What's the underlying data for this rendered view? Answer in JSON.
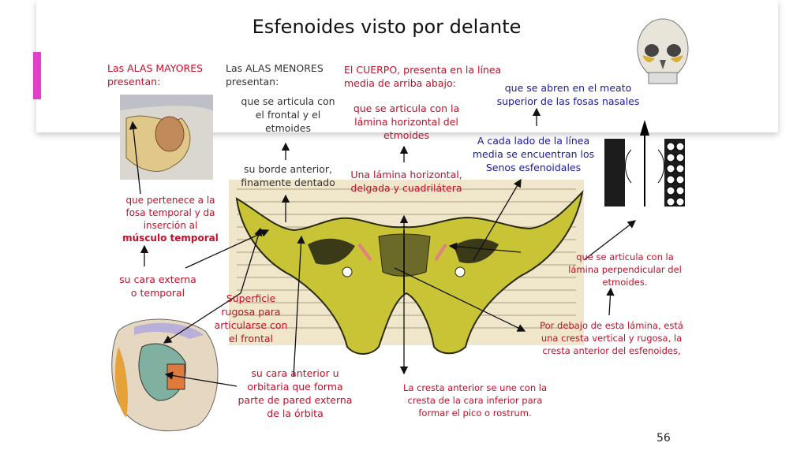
{
  "title": "Esfenoides visto por delante",
  "page_number": "56",
  "labels": {
    "alas_mayores_heading": "Las ALAS MAYORES presentan:",
    "alas_menores_heading": "Las ALAS MENORES presentan:",
    "cuerpo_heading": "El CUERPO, presenta en la línea media de arriba abajo:",
    "meato": "que se abren en el meato superior de las fosas nasales",
    "articula_frontal": "que se articula con el frontal y el etmoides",
    "articula_lamina": "que se articula con la lámina horizontal del etmoides",
    "senos": "A cada lado de la línea media se encuentran los Senos esfenoidales",
    "borde_anterior": "su borde anterior, finamente dentado",
    "lamina_horizontal": "Una lámina horizontal, delgada y cuadrilátera",
    "fosa_temporal": "que pertenece a la fosa temporal y da inserción al",
    "musculo_temporal": "músculo temporal",
    "cara_externa": "su cara externa o temporal",
    "superficie_rugosa": "Superficie rugosa para articularse con el frontal",
    "cara_anterior": "su cara anterior u orbitaria que forma parte de pared externa de la órbita",
    "perpendicular": "que se articula con la lámina perpendicular del etmoides.",
    "cresta_vertical": "Por debajo de esta lámina, está una cresta vertical y rugosa, la cresta anterior del esfenoides,",
    "rostrum": "La cresta anterior se une con la cresta de la cara inferior para formar el pico o rostrum."
  },
  "colors": {
    "accent": "#e040c8",
    "red_text": "#c0102a",
    "blue_text": "#1a1a9a",
    "bone_yellow": "#c8c436"
  }
}
